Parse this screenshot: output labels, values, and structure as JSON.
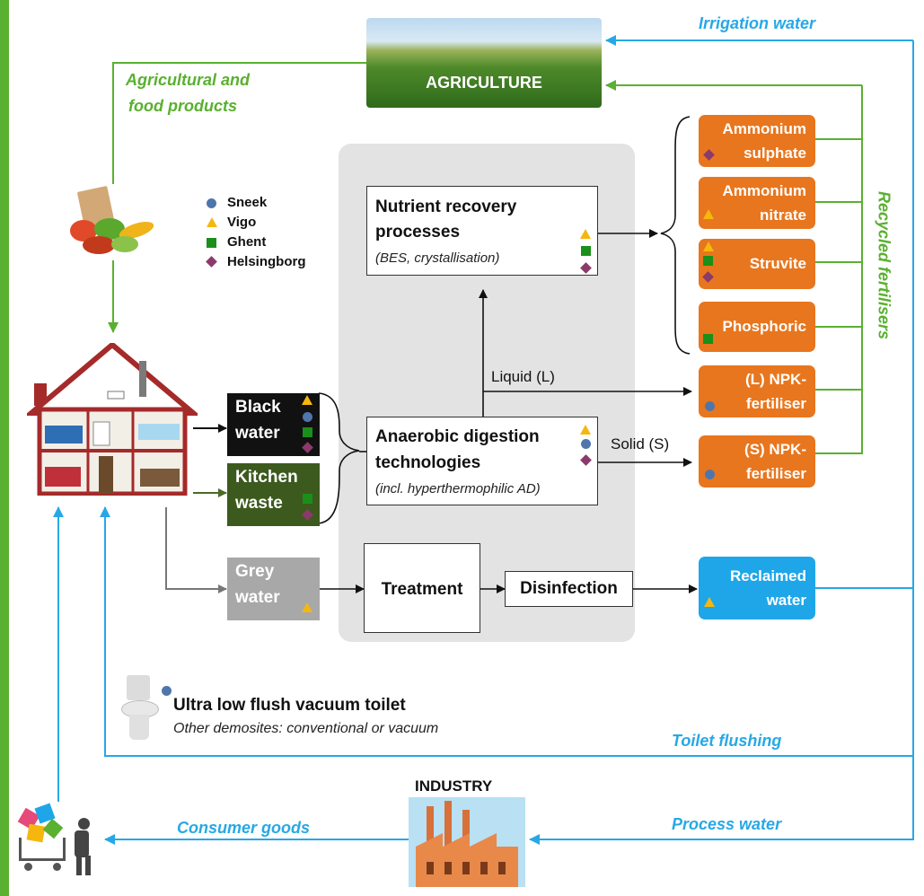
{
  "legend": {
    "sneek": "Sneek",
    "vigo": "Vigo",
    "ghent": "Ghent",
    "helsingborg": "Helsingborg"
  },
  "agriculture": {
    "label": "AGRICULTURE"
  },
  "industry": {
    "label": "INDUSTRY"
  },
  "flows": {
    "irrigation_water": "Irrigation water",
    "agri_food_line1": "Agricultural and",
    "agri_food_line2": "food products",
    "recycled_fertilisers": "Recycled fertilisers",
    "toilet_flushing": "Toilet flushing",
    "process_water": "Process water",
    "consumer_goods": "Consumer goods",
    "liquid": "Liquid (L)",
    "solid": "Solid (S)"
  },
  "processes": {
    "nutrient_recovery_line1": "Nutrient recovery",
    "nutrient_recovery_line2": "processes",
    "nutrient_recovery_sub": "(BES, crystallisation)",
    "anaerobic_line1": "Anaerobic digestion",
    "anaerobic_line2": "technologies",
    "anaerobic_sub": "(incl. hyperthermophilic AD)",
    "treatment": "Treatment",
    "disinfection": "Disinfection"
  },
  "sources": {
    "black_line1": "Black",
    "black_line2": "water",
    "kitchen_line1": "Kitchen",
    "kitchen_line2": "waste",
    "grey_line1": "Grey",
    "grey_line2": "water"
  },
  "products": {
    "ammonium_sulphate_line1": "Ammonium",
    "ammonium_sulphate_line2": "sulphate",
    "ammonium_nitrate_line1": "Ammonium",
    "ammonium_nitrate_line2": "nitrate",
    "struvite": "Struvite",
    "phosphoric": "Phosphoric",
    "l_npk_line1": "(L) NPK-",
    "l_npk_line2": "fertiliser",
    "s_npk_line1": "(S) NPK-",
    "s_npk_line2": "fertiliser",
    "reclaimed_line1": "Reclaimed",
    "reclaimed_line2": "water"
  },
  "toilet": {
    "title": "Ultra low flush vacuum toilet",
    "subtitle": "Other demosites: conventional or vacuum"
  },
  "colors": {
    "green": "#5ab030",
    "blue": "#27a8e6",
    "orange": "#e8761e",
    "sneek_marker": "#4f76ab",
    "vigo_marker": "#f5b70f",
    "ghent_marker": "#1a8f1a",
    "helsingborg_marker": "#8b3a6b"
  }
}
